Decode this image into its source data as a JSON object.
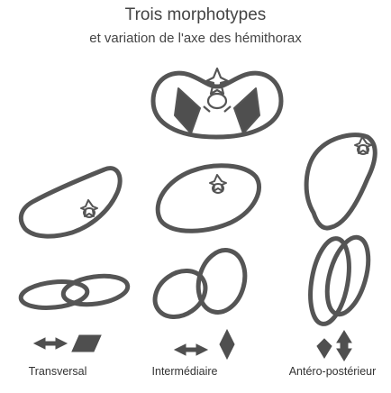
{
  "title": "Trois morphotypes",
  "subtitle": "et variation de l'axe des hémithorax",
  "morphotypes": [
    {
      "label": "Transversal"
    },
    {
      "label": "Intermédiaire"
    },
    {
      "label": "Antéro-postérieur"
    }
  ],
  "colors": {
    "outline": "#555555",
    "fill": "#4f4f4f",
    "text": "#333333"
  },
  "icons": [
    "thorax-cross-section-icon",
    "vertebra-icon",
    "rib-ellipse-icon",
    "direction-arrow-icon",
    "diamond-icon"
  ]
}
